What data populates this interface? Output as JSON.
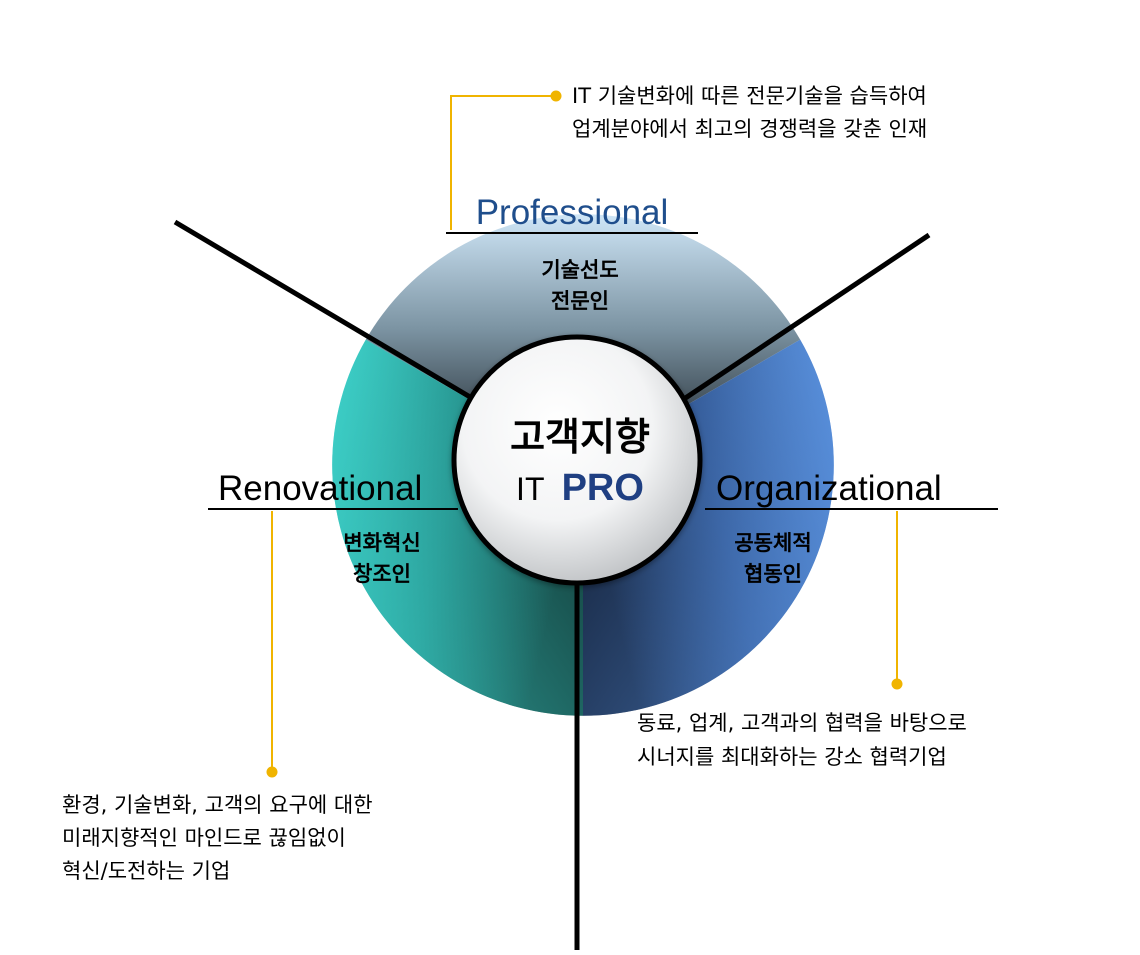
{
  "center": {
    "title": "고객지향",
    "prefix": "IT",
    "emphasis": "PRO"
  },
  "sectors": {
    "top": {
      "heading": "Professional",
      "label_line1": "기술선도",
      "label_line2": "전문인",
      "desc_line1": "IT 기술변화에 따른 전문기술을 습득하여",
      "desc_line2": "업계분야에서 최고의 경쟁력을 갖춘 인재"
    },
    "left": {
      "heading": "Renovational",
      "label_line1": "변화혁신",
      "label_line2": "창조인",
      "desc_line1": "환경, 기술변화, 고객의 요구에 대한",
      "desc_line2": "미래지향적인 마인드로 끊임없이",
      "desc_line3": "혁신/도전하는 기업"
    },
    "right": {
      "heading": "Organizational",
      "label_line1": "공동체적",
      "label_line2": "협동인",
      "desc_line1": "동료, 업계, 고객과의 협력을 바탕으로",
      "desc_line2": "시너지를 최대화하는 강소 협력기업"
    }
  },
  "colors": {
    "top_sector": "#cfe6f7",
    "left_sector": "#34c9c2",
    "right_sector": "#4f86cf",
    "connector": "#f0b400",
    "pro_text": "#1f3f82"
  }
}
